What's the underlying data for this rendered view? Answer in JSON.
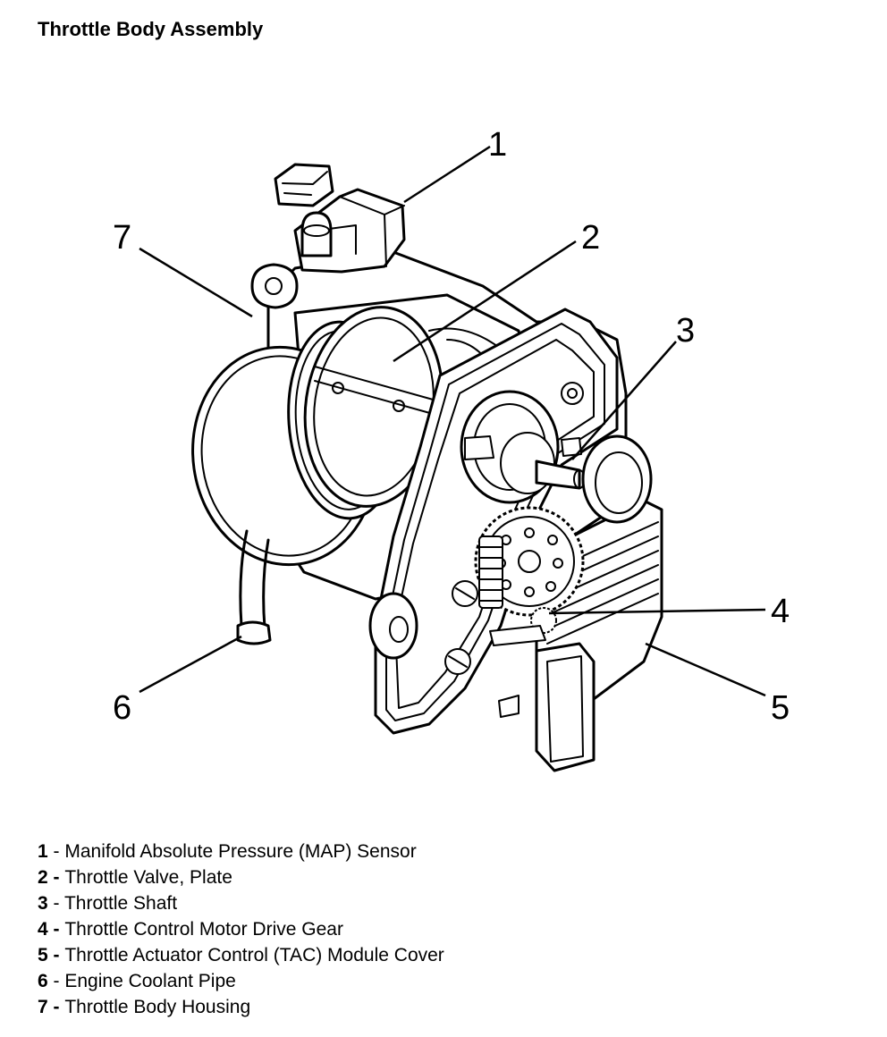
{
  "title": "Throttle Body Assembly",
  "callouts": [
    "1",
    "2",
    "3",
    "4",
    "5",
    "6",
    "7"
  ],
  "legend": [
    {
      "num": "1",
      "sep": " - ",
      "text": "Manifold Absolute Pressure (MAP) Sensor"
    },
    {
      "num": "2",
      "sep": " - ",
      "text": "Throttle Valve, Plate"
    },
    {
      "num": "3",
      "sep": " - ",
      "text": "Throttle Shaft"
    },
    {
      "num": "4",
      "sep": " - ",
      "text": "Throttle Control Motor Drive Gear"
    },
    {
      "num": "5",
      "sep": " - ",
      "text": "Throttle Actuator Control (TAC) Module Cover"
    },
    {
      "num": "6",
      "sep": " - ",
      "text": "Engine Coolant Pipe"
    },
    {
      "num": "7",
      "sep": " - ",
      "text": "Throttle Body Housing"
    }
  ]
}
